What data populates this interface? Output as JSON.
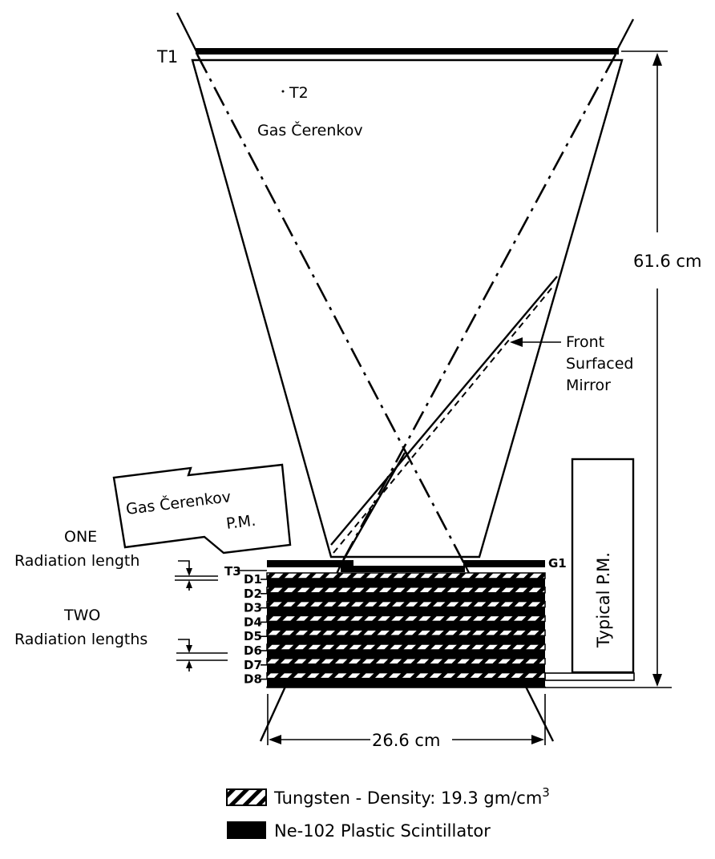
{
  "title": "Gas Čerenkov shower detector schematic",
  "labels": {
    "t1": "T1",
    "t2": "T2",
    "t3": "T3",
    "g1": "G1",
    "gas_cerenkov": "Gas Čerenkov",
    "gas_cerenkov_pm_line1": "Gas Čerenkov",
    "gas_cerenkov_pm_line2": "P.M.",
    "typical_pm": "Typical P.M.",
    "mirror_line1": "Front",
    "mirror_line2": "Surfaced",
    "mirror_line3": "Mirror",
    "one_rl_line1": "ONE",
    "one_rl_line2": "Radiation length",
    "two_rl_line1": "TWO",
    "two_rl_line2": "Radiation lengths"
  },
  "dimensions": {
    "height": "61.6 cm",
    "width": "26.6 cm"
  },
  "stack": {
    "layers": [
      "D1",
      "D2",
      "D3",
      "D4",
      "D5",
      "D6",
      "D7",
      "D8"
    ]
  },
  "legend": {
    "items": [
      {
        "pattern": "hatched",
        "label": "Tungsten - Density: 19.3 gm/cm",
        "superscript": "3"
      },
      {
        "pattern": "solid",
        "label": "Ne-102 Plastic Scintillator"
      }
    ]
  },
  "colors": {
    "ink": "#000000",
    "paper": "#ffffff"
  }
}
